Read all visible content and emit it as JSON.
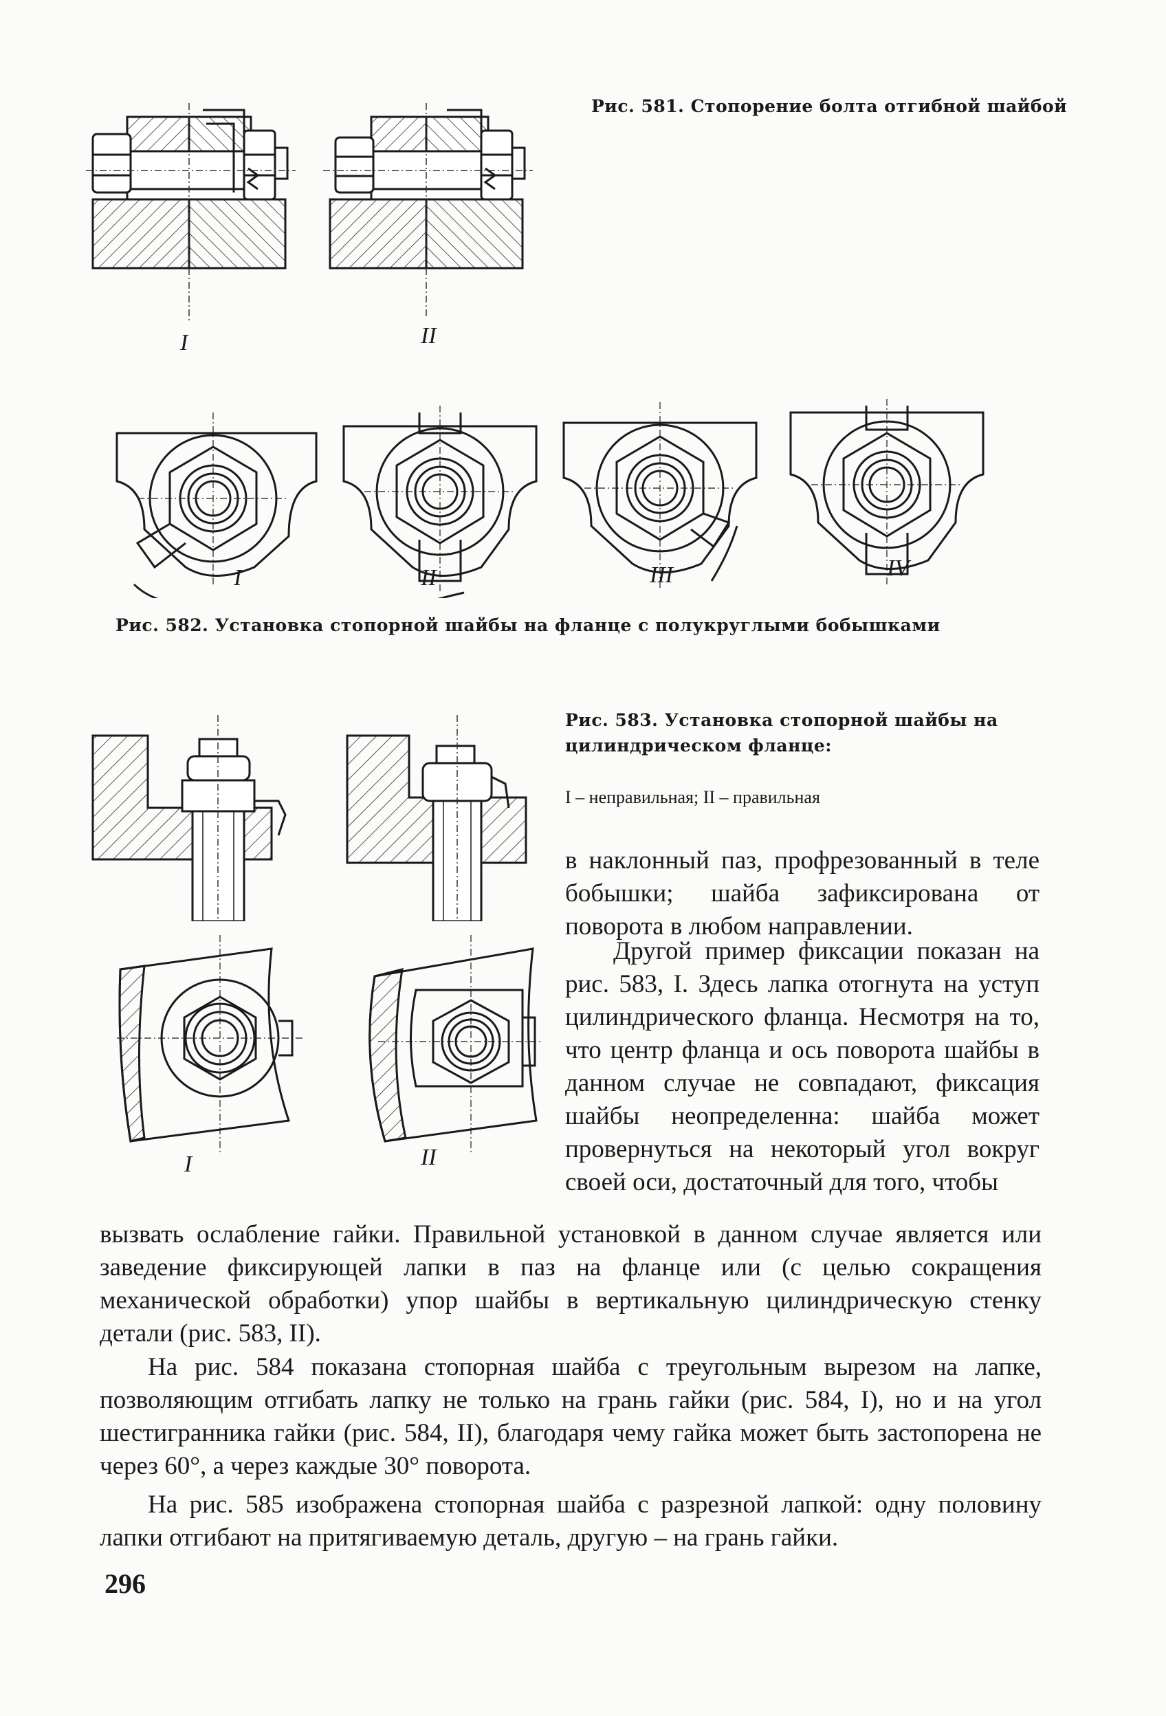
{
  "fig581": {
    "caption": "Рис. 581. Стопорение болта отгибной шайбой",
    "labels": [
      "I",
      "II"
    ]
  },
  "fig582": {
    "caption": "Рис. 582. Установка стопорной шайбы на фланце с полукруглыми бобышками",
    "labels": [
      "I",
      "II",
      "III",
      "IV"
    ]
  },
  "fig583": {
    "caption_line1": "Рис. 583. Установка стопорной шайбы на",
    "caption_line2": "цилиндрическом фланце:",
    "legend": "I – неправильная; II – правильная",
    "labels": [
      "I",
      "II"
    ]
  },
  "text": {
    "side_paragraph_1": "в наклонный паз, профрезованный в теле бобышки; шайба зафиксирована от поворота в любом направлении.",
    "side_paragraph_2": "Другой пример фиксации показан на рис. 583, I. Здесь лапка отогнута на уступ цилиндрического фланца. Несмотря на то, что центр фланца и ось поворота шайбы в данном случае не совпадают, фиксация шайбы неопределенна: шайба может провернуться на некоторый угол вокруг своей оси, достаточный для того, чтобы",
    "paragraph_2_continued": "вызвать ослабление гайки. Правильной установкой в данном случае является или заведение фиксирующей лапки в паз на фланце или (с целью сокращения механической обработки) упор шайбы в вертикальную цилиндрическую стенку детали (рис. 583, II).",
    "paragraph_3": "На рис. 584 показана стопорная шайба с треугольным вырезом на лапке, позволяющим отгибать лапку не только на грань гайки (рис. 584, I), но и на угол шестигранника гайки (рис. 584, II), благодаря чему гайка может быть застопорена не через 60°, а через каждые 30° поворота.",
    "paragraph_4": "На рис. 585 изображена стопорная шайба с разрезной лапкой: одну половину лапки отгибают на притягиваемую деталь, другую – на грань гайки."
  },
  "page_number": "296"
}
